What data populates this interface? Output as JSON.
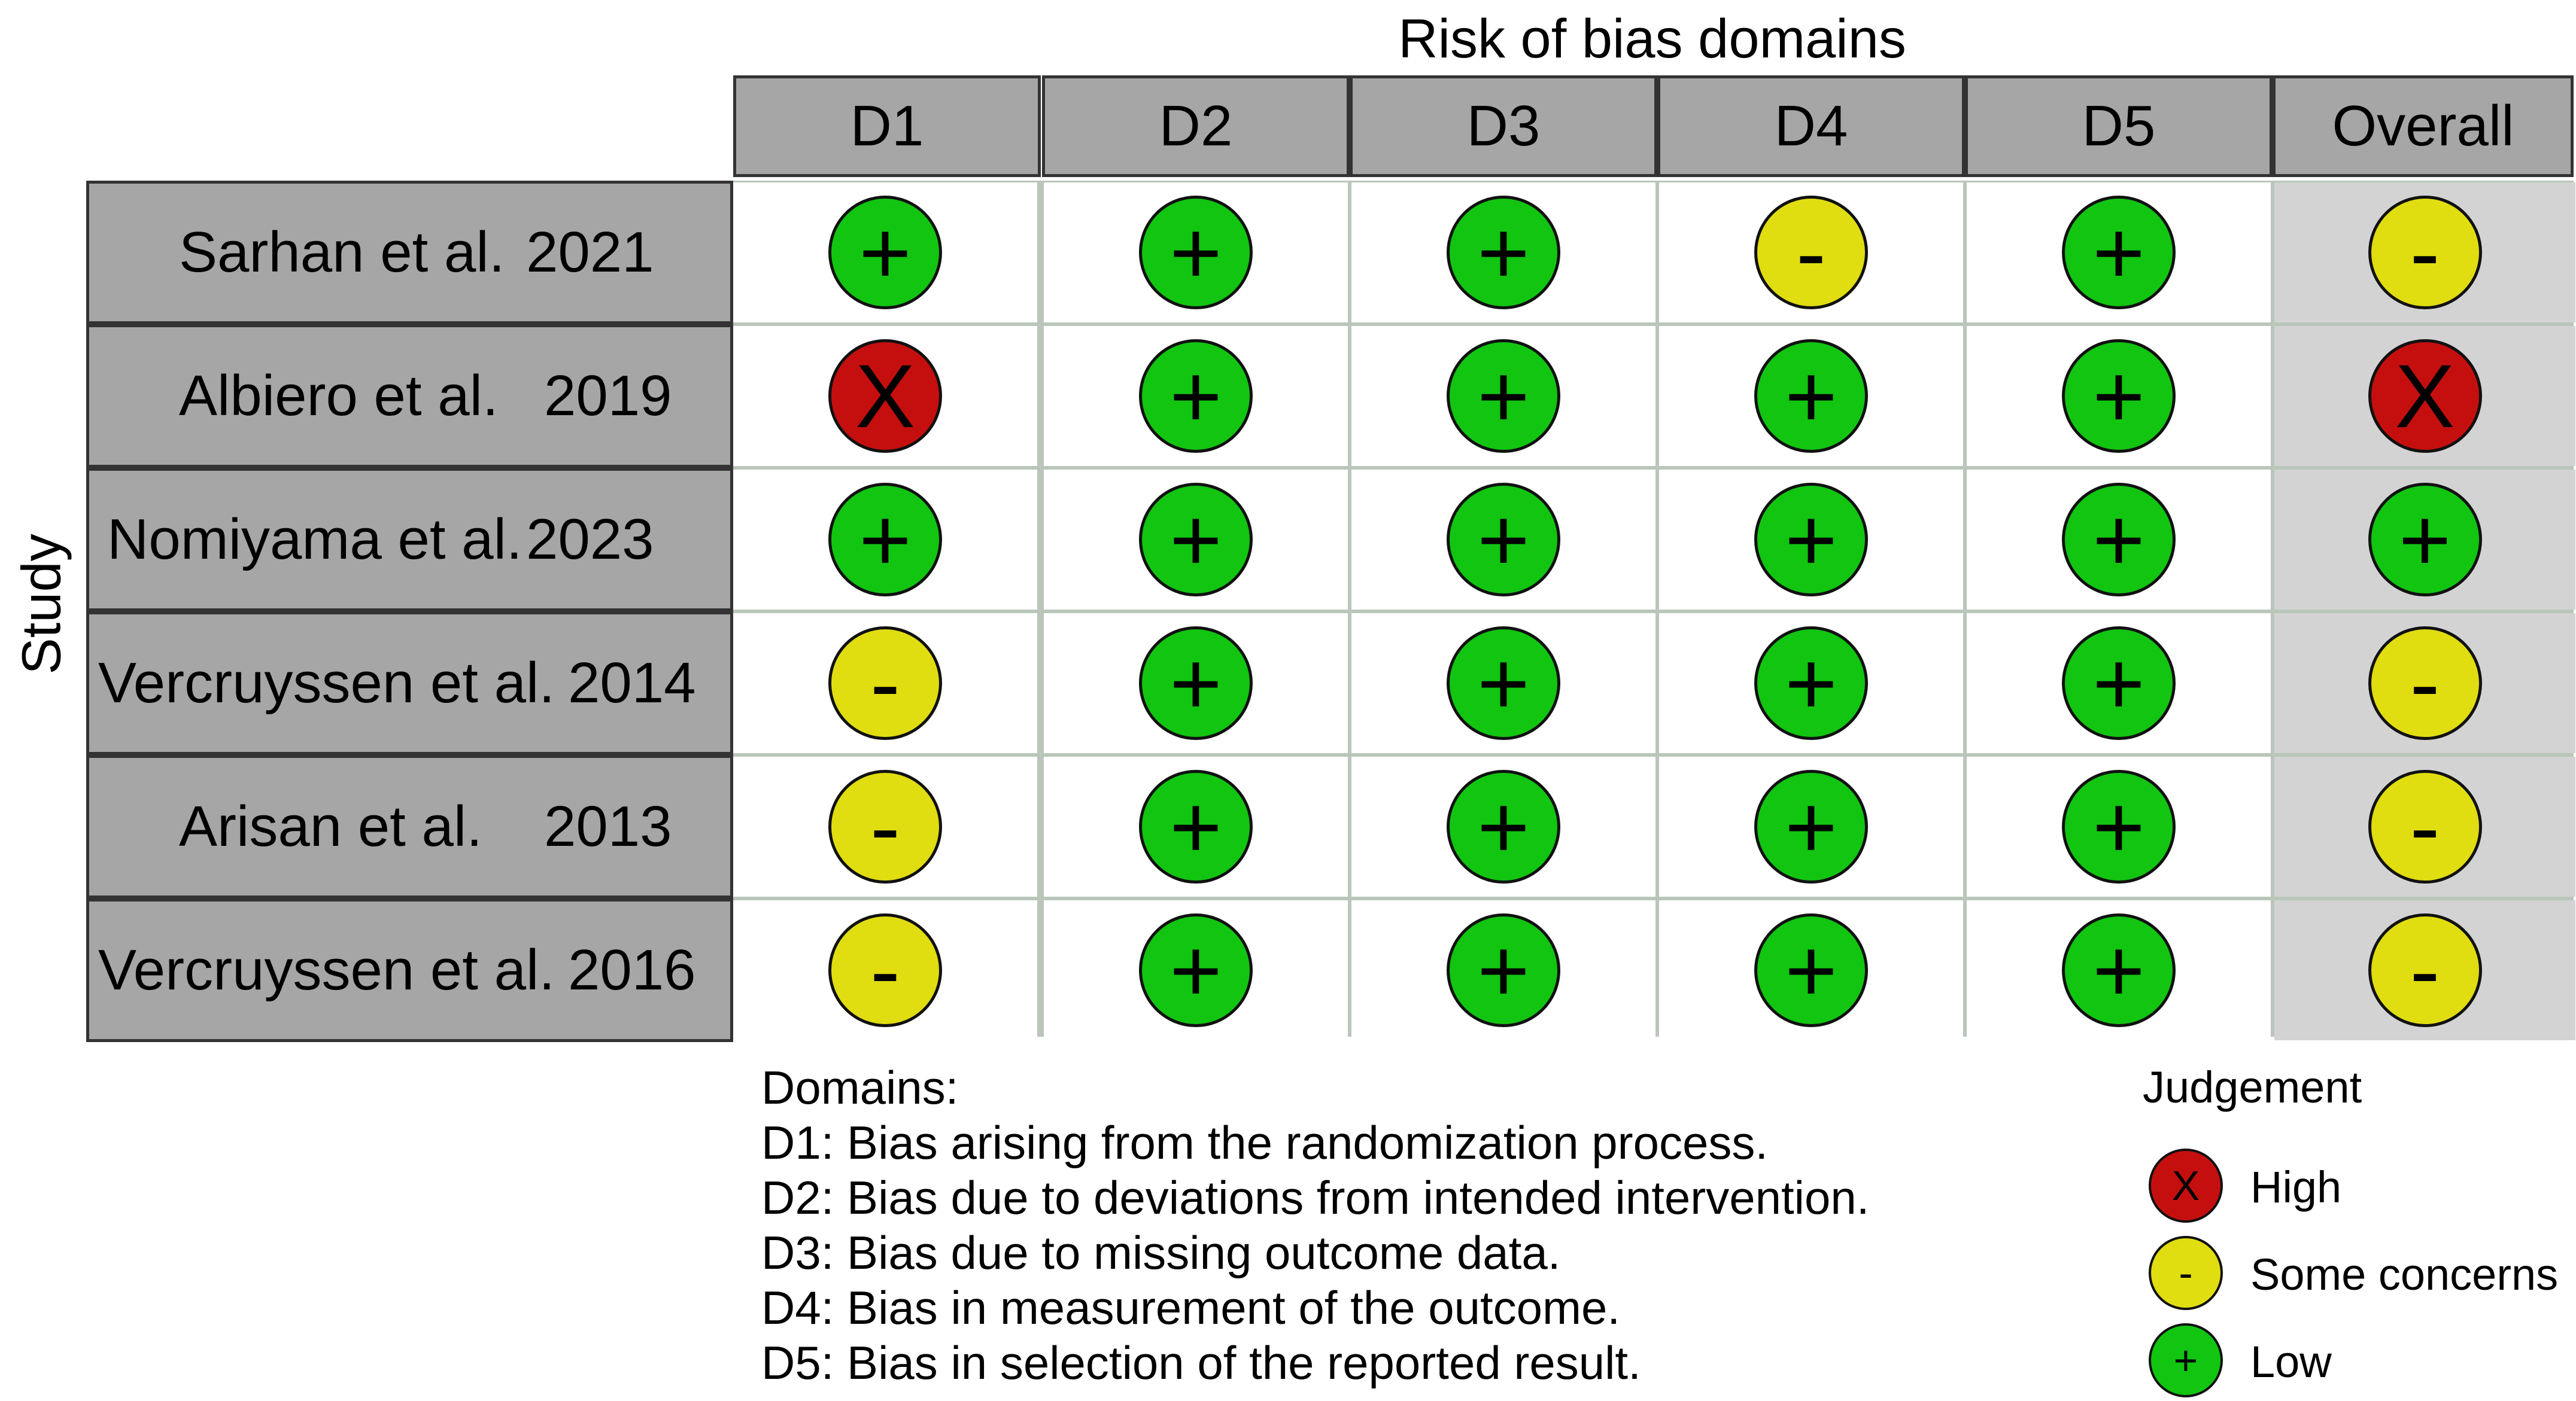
{
  "title": "Risk of bias domains",
  "y_axis_label": "Study",
  "chart_data": {
    "type": "table",
    "columns": [
      "D1",
      "D2",
      "D3",
      "D4",
      "D5",
      "Overall"
    ],
    "rows": [
      {
        "study": "Sarhan et al.",
        "year": "2021",
        "judgements": [
          "low",
          "low",
          "low",
          "some",
          "low",
          "some"
        ]
      },
      {
        "study": "Albiero et al.",
        "year": "2019",
        "judgements": [
          "high",
          "low",
          "low",
          "low",
          "low",
          "high"
        ]
      },
      {
        "study": "Nomiyama et al.",
        "year": "2023",
        "judgements": [
          "low",
          "low",
          "low",
          "low",
          "low",
          "low"
        ]
      },
      {
        "study": "Vercruyssen et al.",
        "year": "2014",
        "judgements": [
          "some",
          "low",
          "low",
          "low",
          "low",
          "some"
        ]
      },
      {
        "study": "Arisan et al.",
        "year": "2013",
        "judgements": [
          "some",
          "low",
          "low",
          "low",
          "low",
          "some"
        ]
      },
      {
        "study": "Vercruyssen et al.",
        "year": "2016",
        "judgements": [
          "some",
          "low",
          "low",
          "low",
          "low",
          "some"
        ]
      }
    ]
  },
  "symbols": {
    "low": "+",
    "some": "-",
    "high": "X"
  },
  "colors": {
    "low": "#11c511",
    "some": "#e0dd10",
    "high": "#c50f0f",
    "header": "#a6a6a6",
    "overall_bg": "#d3d3d3"
  },
  "domains": {
    "heading": "Domains:",
    "items": [
      "D1: Bias arising from the randomization process.",
      "D2: Bias due to deviations from intended intervention.",
      "D3: Bias due to missing outcome data.",
      "D4: Bias in measurement of the outcome.",
      "D5: Bias in selection of the reported result."
    ]
  },
  "legend": {
    "title": "Judgement",
    "items": [
      {
        "key": "high",
        "label": "High"
      },
      {
        "key": "some",
        "label": "Some concerns"
      },
      {
        "key": "low",
        "label": "Low"
      }
    ]
  }
}
